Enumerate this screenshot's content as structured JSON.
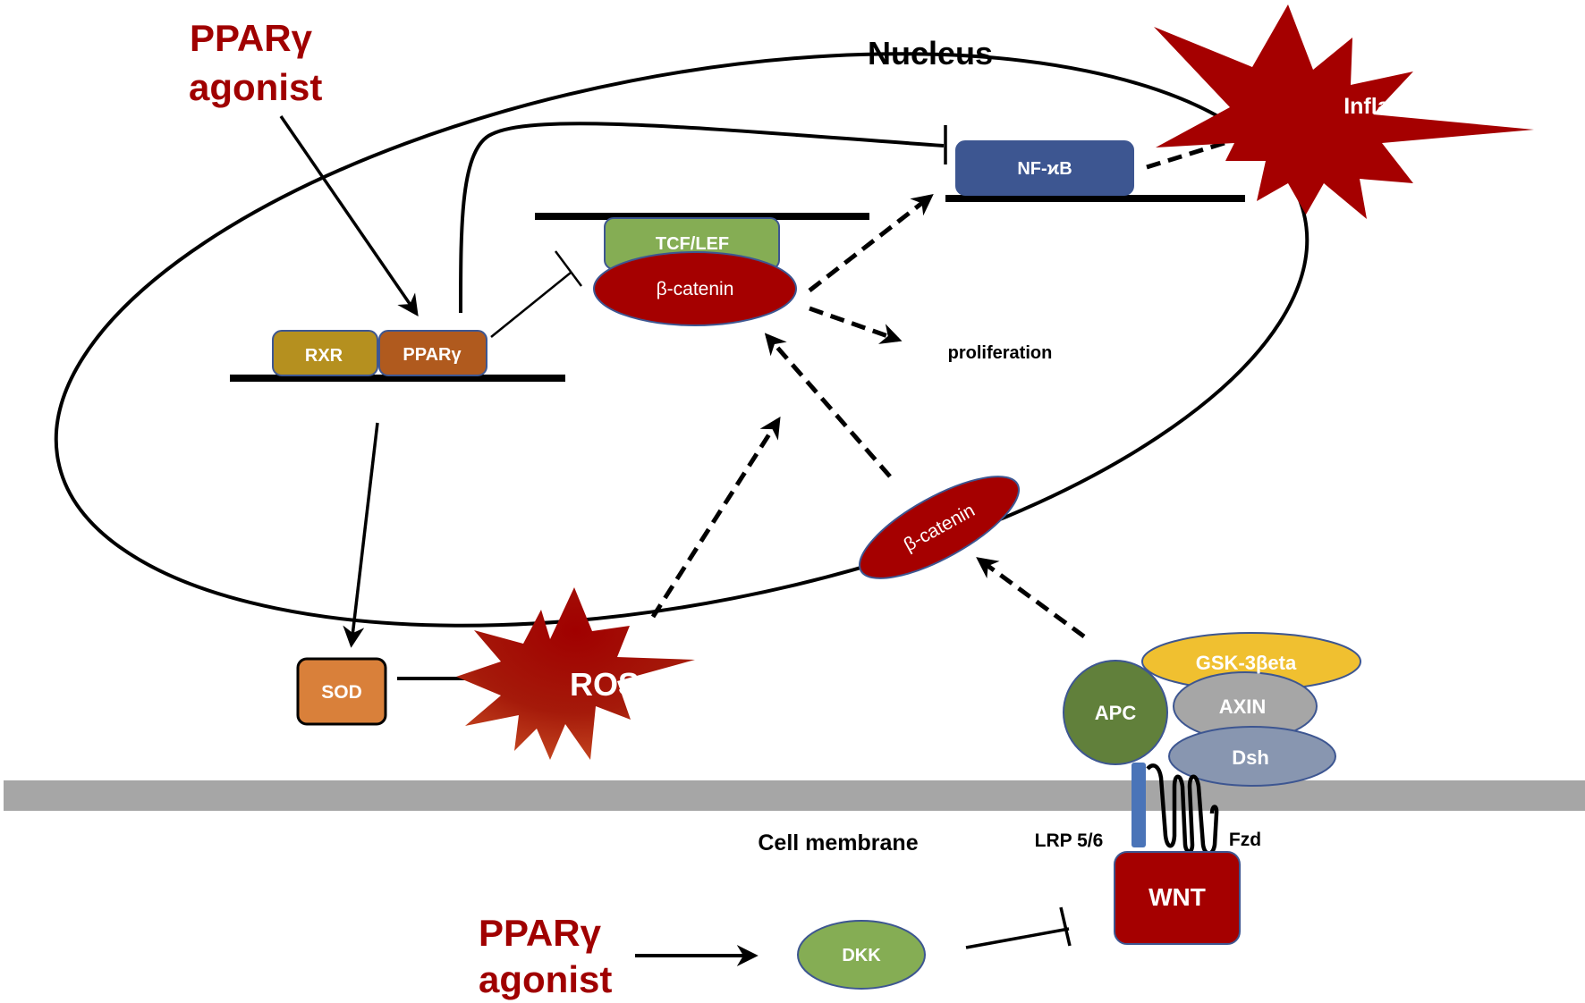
{
  "title": "PPARγ agonist effects on WNT/β-catenin signaling",
  "colors": {
    "dark_red": "#a50000",
    "label_red": "#a00000",
    "rxr": "#b5901f",
    "ppar": "#b05a1e",
    "tcf": "#85ad54",
    "nfkb": "#3d5691",
    "sod": "#d9803a",
    "gsk": "#f0c030",
    "axin": "#a6a6a6",
    "dsh": "#8896b0",
    "apc": "#61803b",
    "dkk": "#85ad54",
    "lrp": "#4a74b8",
    "membrane": "#a6a6a6",
    "outline": "#3d5691"
  },
  "labels": {
    "agonist_top_line1": "PPARγ",
    "agonist_top_line2": "agonist",
    "agonist_bottom_line1": "PPARγ",
    "agonist_bottom_line2": "agonist",
    "nucleus": "Nucleus",
    "inflammation": "Inflammation",
    "nfkb": "NF-ϰB",
    "tcf_lef": "TCF/LEF",
    "beta_catenin_nuclear": "β-catenin",
    "beta_catenin_membrane": "β-catenin",
    "rxr": "RXR",
    "ppar": "PPARγ",
    "proliferation": "proliferation",
    "sod": "SOD",
    "ros": "ROS",
    "gsk3b": "GSK-3βeta",
    "axin": "AXIN",
    "apc": "APC",
    "dsh": "Dsh",
    "cell_membrane": "Cell membrane",
    "lrp": "LRP 5/6",
    "fzd": "Fzd",
    "wnt": "WNT",
    "dkk": "DKK"
  },
  "relations": [
    {
      "from": "PPARγ agonist",
      "to": "PPARγ",
      "type": "activates"
    },
    {
      "from": "PPARγ",
      "to": "NF-ϰB",
      "type": "inhibits"
    },
    {
      "from": "PPARγ",
      "to": "β-catenin",
      "type": "inhibits"
    },
    {
      "from": "PPARγ",
      "to": "SOD",
      "type": "activates"
    },
    {
      "from": "SOD",
      "to": "ROS",
      "type": "inhibits"
    },
    {
      "from": "ROS",
      "to": "β-catenin",
      "type": "promotes (indirect)"
    },
    {
      "from": "β-catenin",
      "to": "NF-ϰB",
      "type": "promotes (indirect)"
    },
    {
      "from": "β-catenin",
      "to": "proliferation",
      "type": "promotes (indirect)"
    },
    {
      "from": "NF-ϰB",
      "to": "Inflammation",
      "type": "promotes (indirect)"
    },
    {
      "from": "β-catenin (membrane)",
      "to": "β-catenin",
      "type": "promotes (indirect)"
    },
    {
      "from": "GSK-3β/AXIN/APC/Dsh complex",
      "to": "β-catenin (membrane)",
      "type": "promotes (indirect)"
    },
    {
      "from": "PPARγ agonist",
      "to": "DKK",
      "type": "activates"
    },
    {
      "from": "DKK",
      "to": "WNT",
      "type": "inhibits"
    }
  ]
}
